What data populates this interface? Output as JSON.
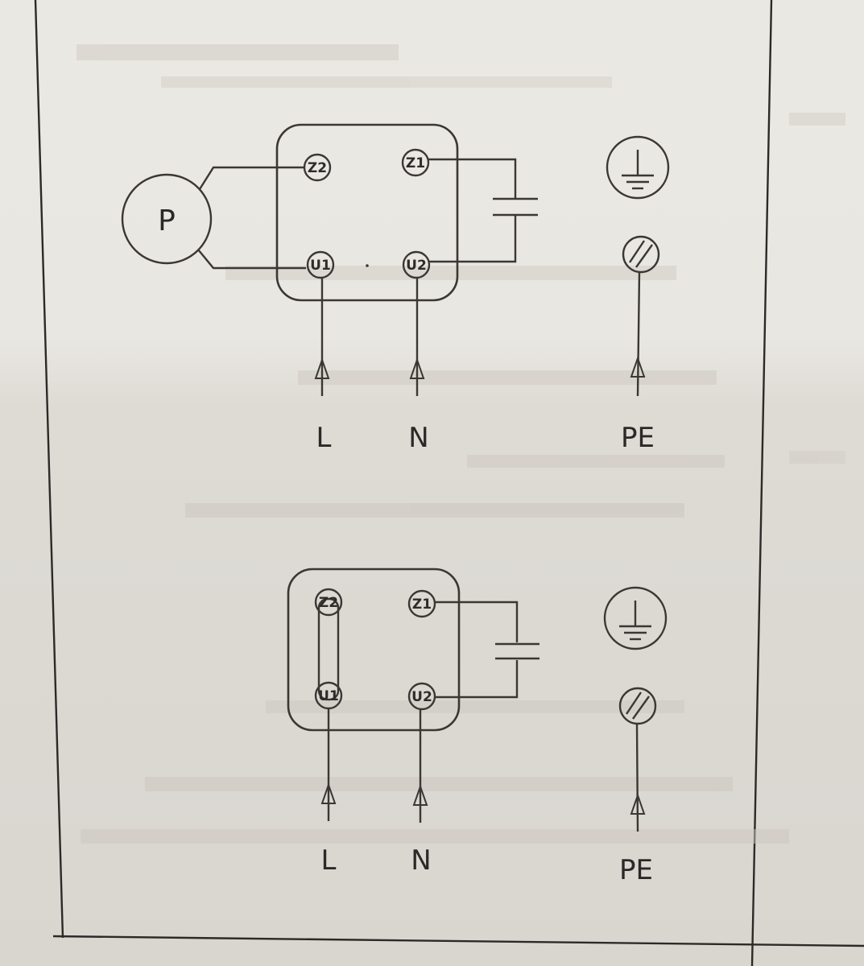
{
  "diagram_top": {
    "motor_label": "P",
    "terminals": {
      "z2": "Z2",
      "z1": "Z1",
      "u1": "U1",
      "u2": "U2"
    },
    "supply": {
      "l": "L",
      "n": "N",
      "pe": "PE"
    }
  },
  "diagram_bottom": {
    "terminals": {
      "z2": "Z2",
      "z1": "Z1",
      "u1": "U1",
      "u2": "U2"
    },
    "supply": {
      "l": "L",
      "n": "N",
      "pe": "PE"
    }
  }
}
